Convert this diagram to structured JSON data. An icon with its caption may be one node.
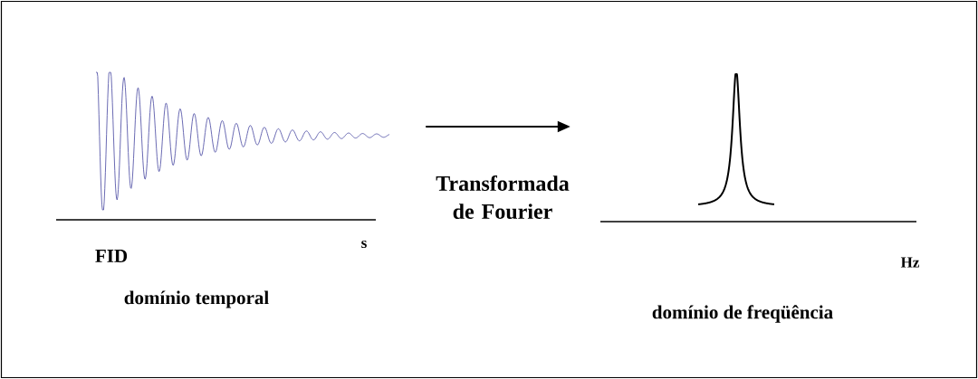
{
  "diagram": {
    "nodes": [
      {
        "text": [],
        "shape": "picture"
      },
      {
        "text": [],
        "shape": "picture"
      }
    ],
    "edges": [
      {
        "from": 0,
        "to": 1,
        "arrow": "to",
        "label": "Transformada de Fourier"
      }
    ],
    "labels": [
      "FID",
      "s",
      "domínio temporal",
      "Hz",
      "domínio de freqüência"
    ]
  }
}
